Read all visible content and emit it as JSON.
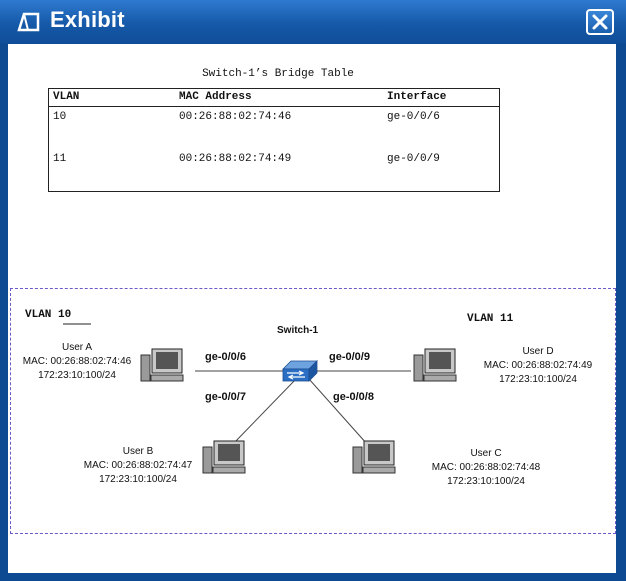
{
  "window": {
    "title": "Exhibit",
    "close_label": "close"
  },
  "table": {
    "title": "Switch-1’s Bridge Table",
    "columns": [
      "VLAN",
      "MAC Address",
      "Interface"
    ],
    "rows": [
      [
        "10",
        "00:26:88:02:74:46",
        "ge-0/0/6"
      ],
      [
        "11",
        "00:26:88:02:74:49",
        "ge-0/0/9"
      ]
    ]
  },
  "diagram": {
    "vlan_left": "VLAN 10",
    "vlan_right": "VLAN 11",
    "switch_name": "Switch-1",
    "ports": {
      "p6": "ge-0/0/6",
      "p9": "ge-0/0/9",
      "p7": "ge-0/0/7",
      "p8": "ge-0/0/8"
    },
    "users": {
      "a": {
        "name": "User A",
        "mac": "MAC: 00:26:88:02:74:46",
        "ip": "172:23:10:100/24"
      },
      "b": {
        "name": "User B",
        "mac": "MAC: 00:26:88:02:74:47",
        "ip": "172:23:10:100/24"
      },
      "c": {
        "name": "User C",
        "mac": "MAC: 00:26:88:02:74:48",
        "ip": "172:23:10:100/24"
      },
      "d": {
        "name": "User D",
        "mac": "MAC: 00:26:88:02:74:49",
        "ip": "172:23:10:100/24"
      }
    }
  },
  "colors": {
    "titlebar": "#1559a8",
    "frame": "#0d4a92",
    "switch": "#2a6fc4",
    "dash": "#6a5ac8"
  }
}
